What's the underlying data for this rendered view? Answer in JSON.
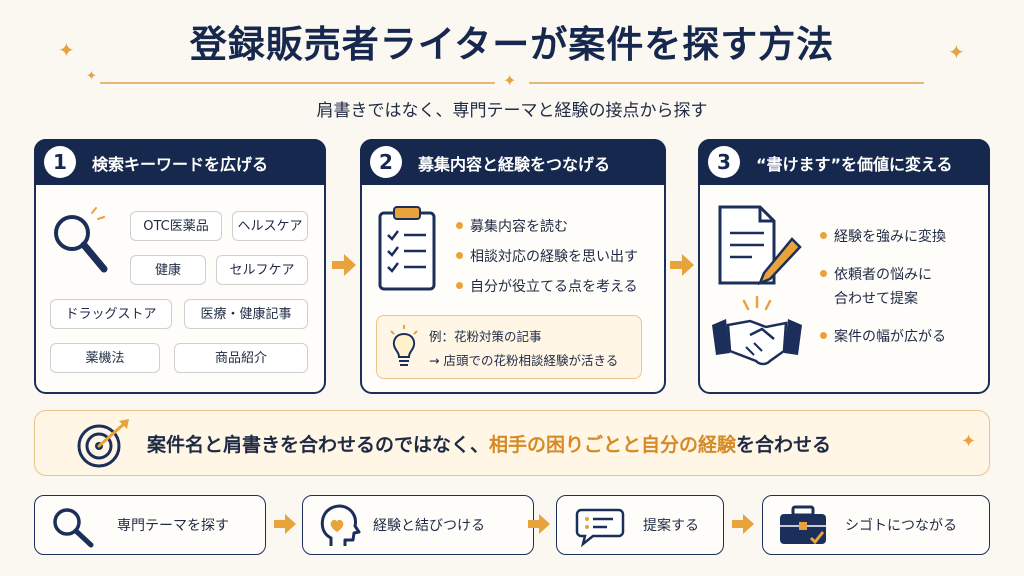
{
  "title": "登録販売者ライターが案件を探す方法",
  "subtitle": "肩書きではなく、専門テーマと経験の接点から探す",
  "panels": [
    {
      "number": "1",
      "title": "検索キーワードを広げる",
      "tags": [
        "OTC医薬品",
        "ヘルスケア",
        "健康",
        "セルフケア",
        "ドラッグストア",
        "医療・健康記事",
        "薬機法",
        "商品紹介"
      ]
    },
    {
      "number": "2",
      "title": "募集内容と経験をつなげる",
      "bullets": [
        "募集内容を読む",
        "相談対応の経験を思い出す",
        "自分が役立てる点を考える"
      ],
      "example_line1": "例：花粉対策の記事",
      "example_line2": "→ 店頭での花粉相談経験が活きる"
    },
    {
      "number": "3",
      "title": "“書けます”を価値に変える",
      "bullets": [
        "経験を強みに変換",
        "依頼者の悩みに",
        "合わせて提案",
        "案件の幅が広がる"
      ]
    }
  ],
  "banner": {
    "part1": "案件名と肩書きを合わせるのではなく、",
    "highlight": "相手の困りごとと自分の経験",
    "part2": "を合わせる"
  },
  "steps": [
    "専門テーマを探す",
    "経験と結びつける",
    "提案する",
    "シゴトにつながる"
  ],
  "icons": [
    "sparkle-icon",
    "magnifier-icon",
    "clipboard-icon",
    "lightbulb-icon",
    "document-pen-icon",
    "handshake-icon",
    "target-icon",
    "head-heart-icon",
    "speech-bubble-icon",
    "briefcase-icon",
    "arrow-right-icon"
  ],
  "colors": {
    "navy": "#16284d",
    "accent": "#e8a33d",
    "background": "#fbf8f2",
    "highlight": "#d68a26"
  }
}
